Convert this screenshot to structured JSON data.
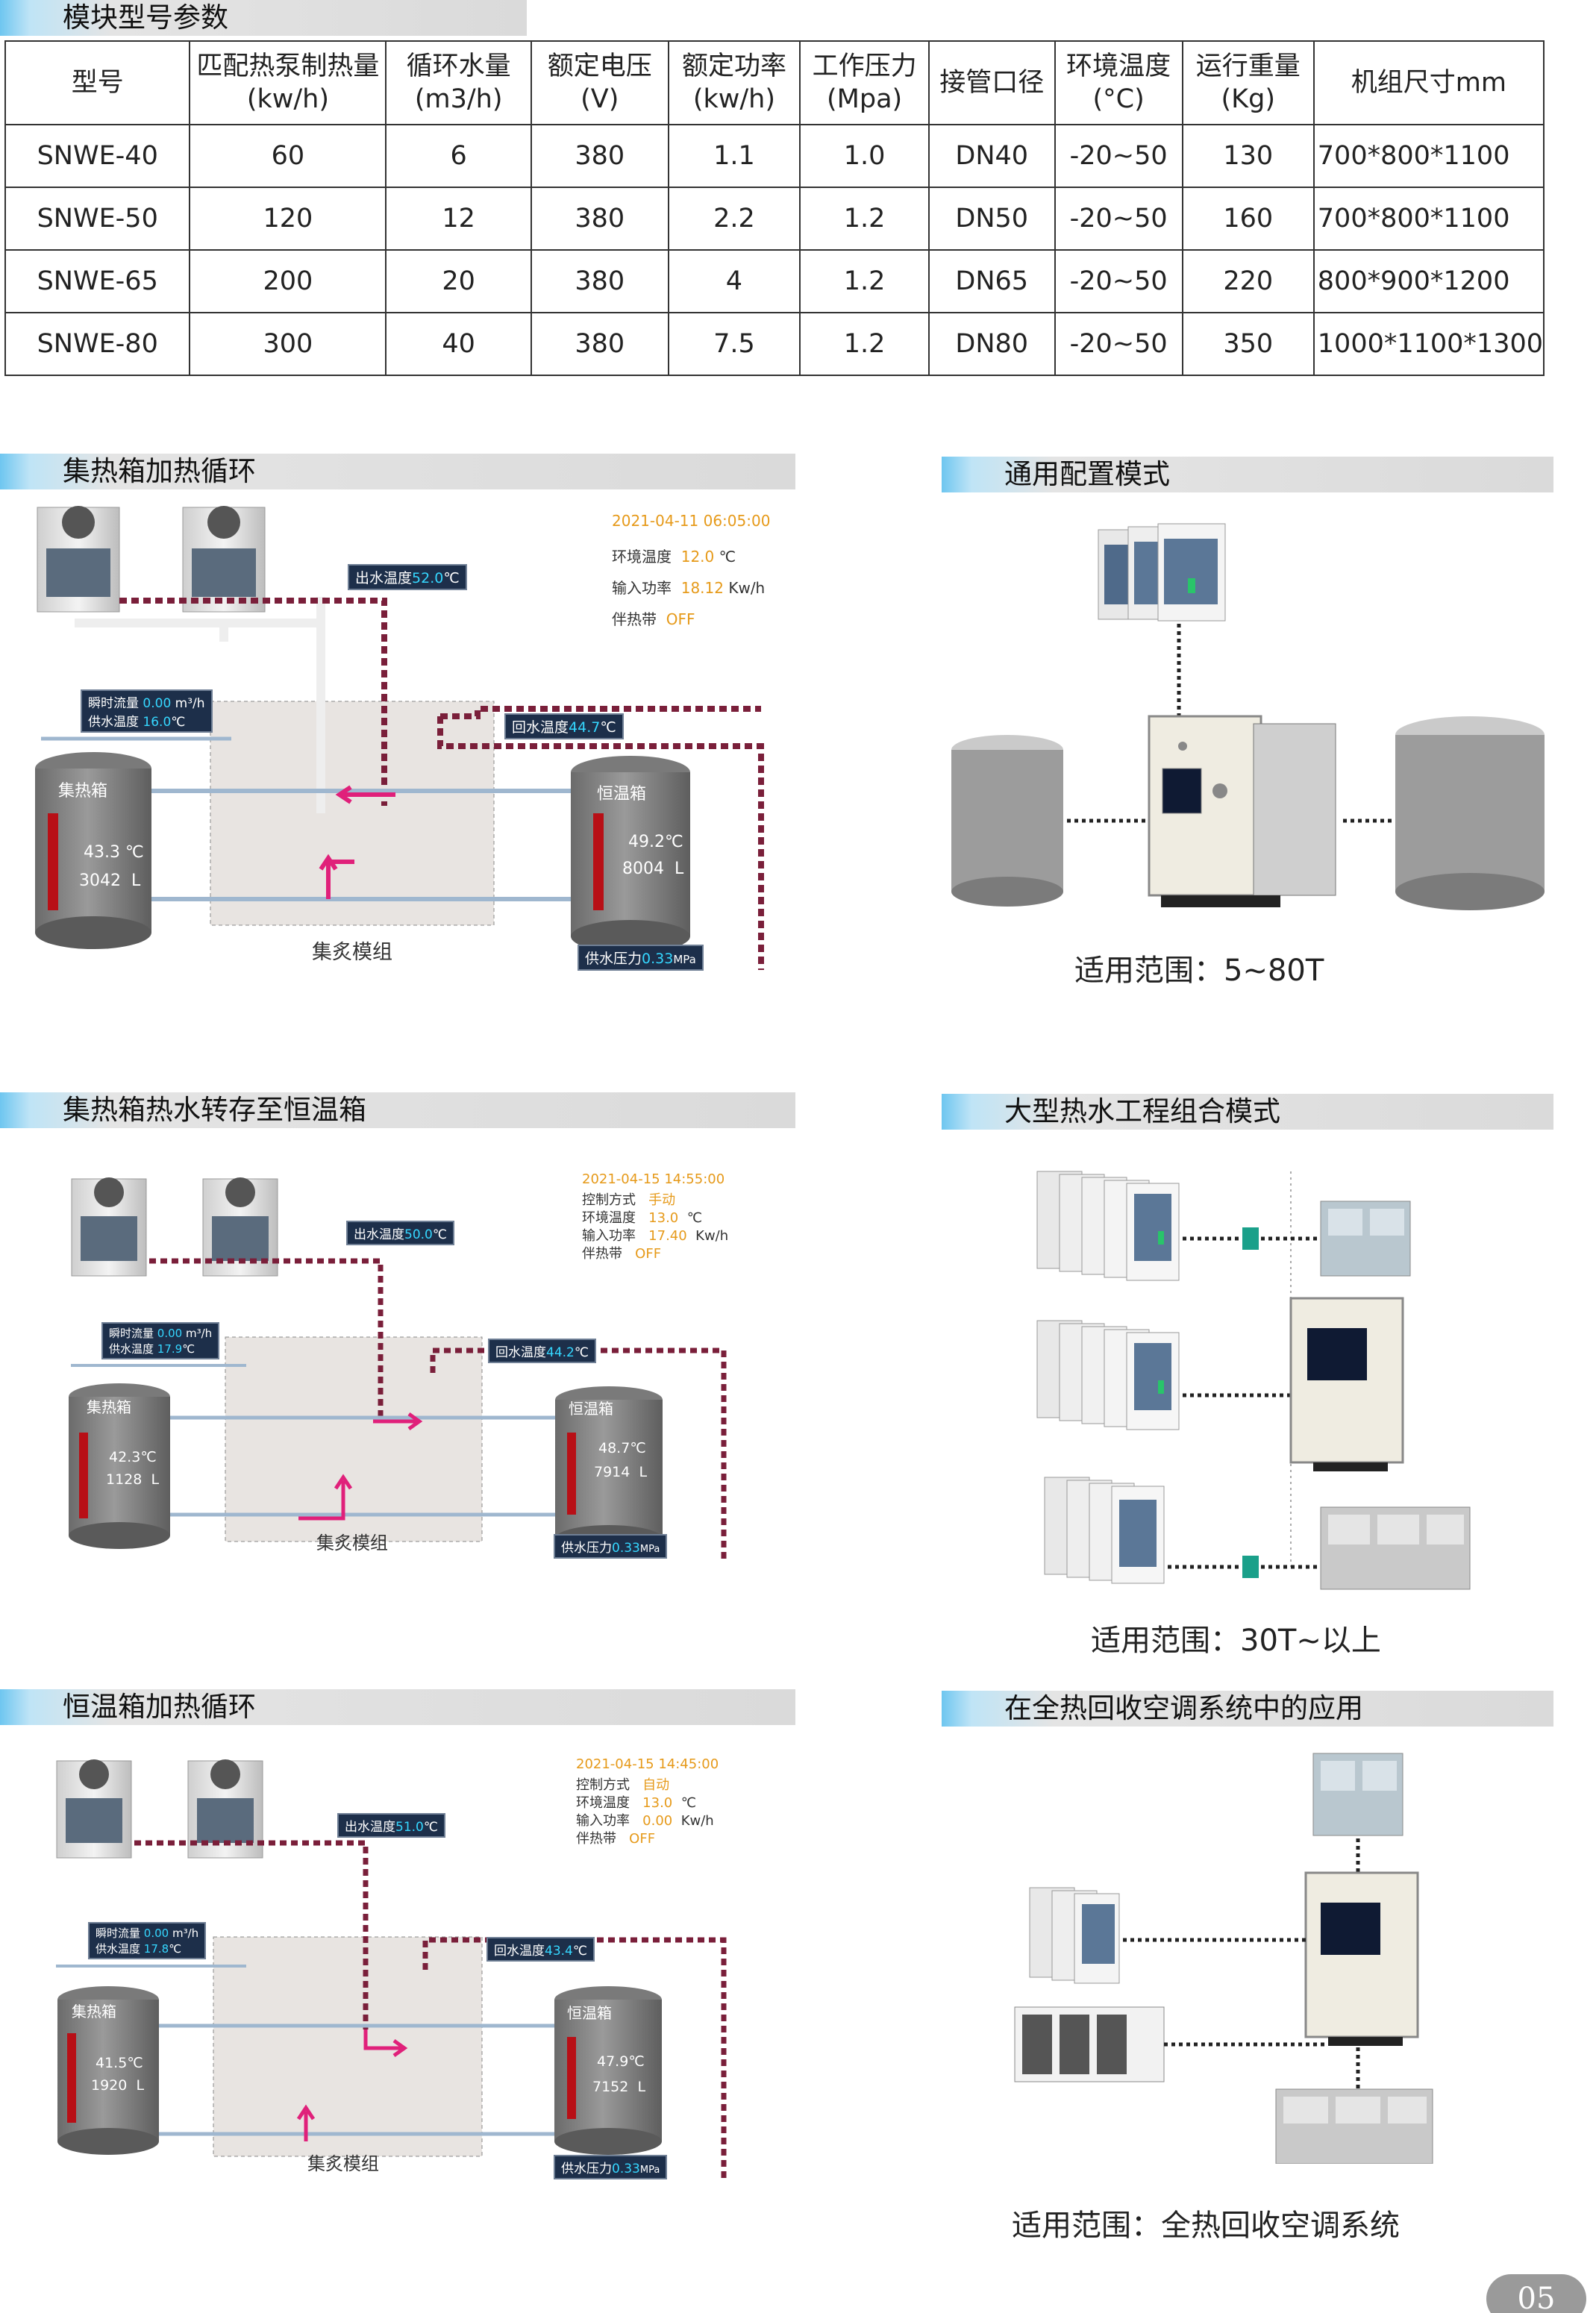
{
  "spec_section": {
    "title": "模块型号参数",
    "headers": [
      [
        "型号",
        ""
      ],
      [
        "匹配热泵制热量",
        "(kw/h)"
      ],
      [
        "循环水量",
        "(m3/h)"
      ],
      [
        "额定电压",
        "(V)"
      ],
      [
        "额定功率",
        "(kw/h)"
      ],
      [
        "工作压力",
        "(Mpa)"
      ],
      [
        "接管口径",
        ""
      ],
      [
        "环境温度",
        "(°C)"
      ],
      [
        "运行重量",
        "(Kg)"
      ],
      [
        "机组尺寸mm",
        ""
      ]
    ],
    "rows": [
      [
        "SNWE-40",
        "60",
        "6",
        "380",
        "1.1",
        "1.0",
        "DN40",
        "-20~50",
        "130",
        "700*800*1100"
      ],
      [
        "SNWE-50",
        "120",
        "12",
        "380",
        "2.2",
        "1.2",
        "DN50",
        "-20~50",
        "160",
        "700*800*1100"
      ],
      [
        "SNWE-65",
        "200",
        "20",
        "380",
        "4",
        "1.2",
        "DN65",
        "-20~50",
        "220",
        "800*900*1200"
      ],
      [
        "SNWE-80",
        "300",
        "40",
        "380",
        "7.5",
        "1.2",
        "DN80",
        "-20~50",
        "350",
        "1000*1100*1300"
      ]
    ]
  },
  "diagrams": [
    {
      "title": "集热箱加热循环",
      "timestamp": "2021-04-11 06:05:00",
      "info": [
        {
          "label": "环境温度",
          "value": "12.0",
          "unit": "℃"
        },
        {
          "label": "输入功率",
          "value": "18.12",
          "unit": "Kw/h"
        },
        {
          "label": "伴热带",
          "value": "OFF",
          "unit": ""
        }
      ],
      "outlet_temp_label": "出水温度",
      "outlet_temp": "52.0",
      "outlet_unit": "℃",
      "return_temp_label": "回水温度",
      "return_temp": "44.7",
      "return_unit": "℃",
      "flow_label": "瞬时流量",
      "flow": "0.00",
      "flow_unit": "m³/h",
      "supply_temp_label": "供水温度",
      "supply_temp": "16.0",
      "supply_unit": "℃",
      "tank1_label": "集热箱",
      "tank1_temp": "43.3",
      "tank1_vol": "3042",
      "tank1_temp_unit": "℃",
      "tank1_vol_unit": "L",
      "tank2_label": "恒温箱",
      "tank2_temp": "49.2",
      "tank2_vol": "8004",
      "tank2_temp_unit": "℃",
      "tank2_vol_unit": "L",
      "pressure_label": "供水压力",
      "pressure": "0.33",
      "pressure_unit": "MPa",
      "module_label": "集炙模组"
    },
    {
      "title": "集热箱热水转存至恒温箱",
      "timestamp": "2021-04-15 14:55:00",
      "info": [
        {
          "label": "控制方式",
          "value": "手动",
          "unit": ""
        },
        {
          "label": "环境温度",
          "value": "13.0",
          "unit": "℃"
        },
        {
          "label": "输入功率",
          "value": "17.40",
          "unit": "Kw/h"
        },
        {
          "label": "伴热带",
          "value": "OFF",
          "unit": ""
        }
      ],
      "outlet_temp_label": "出水温度",
      "outlet_temp": "50.0",
      "outlet_unit": "℃",
      "return_temp_label": "回水温度",
      "return_temp": "44.2",
      "return_unit": "℃",
      "flow_label": "瞬时流量",
      "flow": "0.00",
      "flow_unit": "m³/h",
      "supply_temp_label": "供水温度",
      "supply_temp": "17.9",
      "supply_unit": "℃",
      "tank1_label": "集热箱",
      "tank1_temp": "42.3",
      "tank1_vol": "1128",
      "tank1_temp_unit": "℃",
      "tank1_vol_unit": "L",
      "tank2_label": "恒温箱",
      "tank2_temp": "48.7",
      "tank2_vol": "7914",
      "tank2_temp_unit": "℃",
      "tank2_vol_unit": "L",
      "pressure_label": "供水压力",
      "pressure": "0.33",
      "pressure_unit": "MPa",
      "module_label": "集炙模组"
    },
    {
      "title": "恒温箱加热循环",
      "timestamp": "2021-04-15 14:45:00",
      "info": [
        {
          "label": "控制方式",
          "value": "自动",
          "unit": ""
        },
        {
          "label": "环境温度",
          "value": "13.0",
          "unit": "℃"
        },
        {
          "label": "输入功率",
          "value": "0.00",
          "unit": "Kw/h"
        },
        {
          "label": "伴热带",
          "value": "OFF",
          "unit": ""
        }
      ],
      "outlet_temp_label": "出水温度",
      "outlet_temp": "51.0",
      "outlet_unit": "℃",
      "return_temp_label": "回水温度",
      "return_temp": "43.4",
      "return_unit": "℃",
      "flow_label": "瞬时流量",
      "flow": "0.00",
      "flow_unit": "m³/h",
      "supply_temp_label": "供水温度",
      "supply_temp": "17.8",
      "supply_unit": "℃",
      "tank1_label": "集热箱",
      "tank1_temp": "41.5",
      "tank1_vol": "1920",
      "tank1_temp_unit": "℃",
      "tank1_vol_unit": "L",
      "tank2_label": "恒温箱",
      "tank2_temp": "47.9",
      "tank2_vol": "7152",
      "tank2_temp_unit": "℃",
      "tank2_vol_unit": "L",
      "pressure_label": "供水压力",
      "pressure": "0.33",
      "pressure_unit": "MPa",
      "module_label": "集炙模组"
    }
  ],
  "modes": [
    {
      "title": "通用配置模式",
      "range": "适用范围：5~80T"
    },
    {
      "title": "大型热水工程组合模式",
      "range": "适用范围：30T~以上"
    },
    {
      "title": "在全热回收空调系统中的应用",
      "range": "适用范围：全热回收空调系统"
    }
  ],
  "page_number": "05",
  "colors": {
    "header_accent": "#6ec6f0",
    "pipe_hot": "#7a1f3a",
    "arrow": "#e0207a",
    "gauge_value": "#35d7ff",
    "info_value": "#e69a1a"
  }
}
